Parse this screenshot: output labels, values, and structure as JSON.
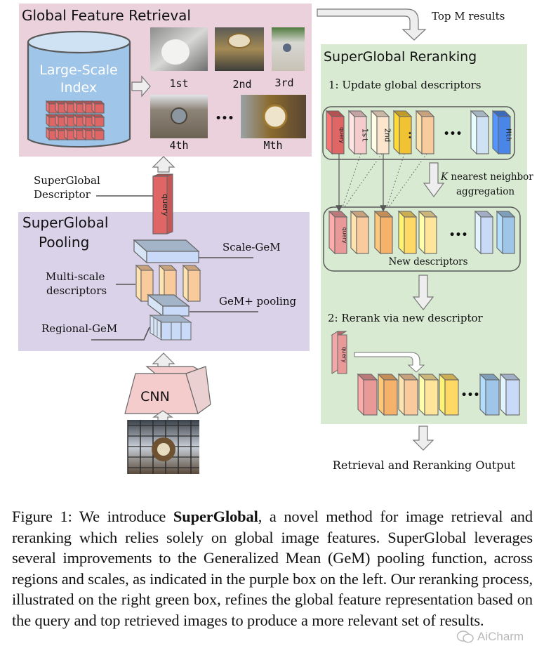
{
  "figure": {
    "retrieval_box": {
      "title": "Global Feature Retrieval",
      "index_label_line1": "Large-Scale",
      "index_label_line2": "Index",
      "results": [
        {
          "rank": "1st",
          "photo": "polar bear sculpture in museum hall"
        },
        {
          "rank": "2nd",
          "photo": "ornate museum clock"
        },
        {
          "rank": "3rd",
          "photo": "station facade clock tower"
        },
        {
          "rank": "4th",
          "photo": "building facade with clock"
        },
        {
          "rank": "Mth",
          "photo": "golden ornate clock close-up"
        }
      ],
      "ellipsis": "•••"
    },
    "top_m_label": "Top M results",
    "descriptor_label_line1": "SuperGlobal",
    "descriptor_label_line2": "Descriptor",
    "query_label": "query",
    "pooling_box": {
      "title_line1": "SuperGlobal",
      "title_line2": "Pooling",
      "scale_gem": "Scale-GeM",
      "multi_scale_line1": "Multi-scale",
      "multi_scale_line2": "descriptors",
      "gem_plus": "GeM+ pooling",
      "regional_gem": "Regional-GeM"
    },
    "cnn_label": "CNN",
    "query_photo": "museum clock behind glass wall",
    "reranking_box": {
      "title": "SuperGlobal Reranking",
      "step1": "1: Update global descriptors",
      "step1_labels": [
        "query",
        "1st",
        "2nd",
        "•••",
        "Mth"
      ],
      "knn_italic": "K",
      "knn_line1": " nearest neighbor",
      "knn_line2": "aggregation",
      "new_descriptors": "New descriptors",
      "step2": "2: Rerank via new descriptor",
      "ellipsis": "•••"
    },
    "output_label": "Retrieval and Reranking Output",
    "colors": {
      "retrieval_bg": "#ead1dc",
      "pooling_bg": "#d9d2e9",
      "reranking_bg": "#d9ead3",
      "query_red": "#e06666",
      "index_blue": "#9fc5e8",
      "descriptor_orange": "#f9cb9c",
      "mth_blue": "#4a86e8"
    }
  },
  "caption": {
    "prefix": "Figure 1: We introduce ",
    "bold": "SuperGlobal",
    "body": ", a novel method for image retrieval and reranking which relies solely on global image features. SuperGlobal leverages several improvements to the Generalized Mean (GeM) pooling function, across regions and scales, as indicated in the purple box on the left. Our reranking process, illustrated on the right green box, refines the global feature representation based on the query and top retrieved images to produce a more relevant set of results."
  },
  "watermark": "AiCharm"
}
